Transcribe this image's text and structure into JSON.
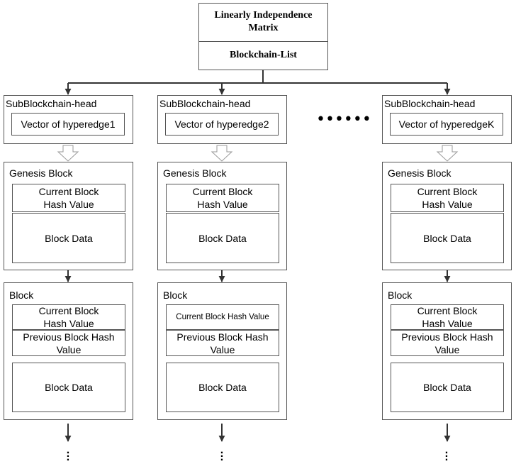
{
  "top": {
    "title": "Linearly Independence Matrix",
    "list_label": "Blockchain-List"
  },
  "ellipsis": "••••••",
  "columns": [
    {
      "head_label": "SubBlockchain-head",
      "vector": "Vector of hyperedge1",
      "genesis_label": "Genesis Block",
      "genesis_hash": "Current Block Hash Value",
      "genesis_data": "Block Data",
      "block_label": "Block",
      "block_hash": "Current Block Hash Value",
      "prev_hash": "Previous Block Hash Value",
      "block_data": "Block Data"
    },
    {
      "head_label": "SubBlockchain-head",
      "vector": "Vector of hyperedge2",
      "genesis_label": "Genesis Block",
      "genesis_hash": "Current Block Hash Value",
      "genesis_data": "Block Data",
      "block_label": "Block",
      "block_hash": "Current Block Hash Value",
      "prev_hash": "Previous Block Hash Value",
      "block_data": "Block Data"
    },
    {
      "head_label": "SubBlockchain-head",
      "vector": "Vector of hyperedgeK",
      "genesis_label": "Genesis Block",
      "genesis_hash": "Current Block Hash Value",
      "genesis_data": "Block Data",
      "block_label": "Block",
      "block_hash": "Current Block Hash Value",
      "prev_hash": "Previous Block Hash Value",
      "block_data": "Block Data"
    }
  ]
}
